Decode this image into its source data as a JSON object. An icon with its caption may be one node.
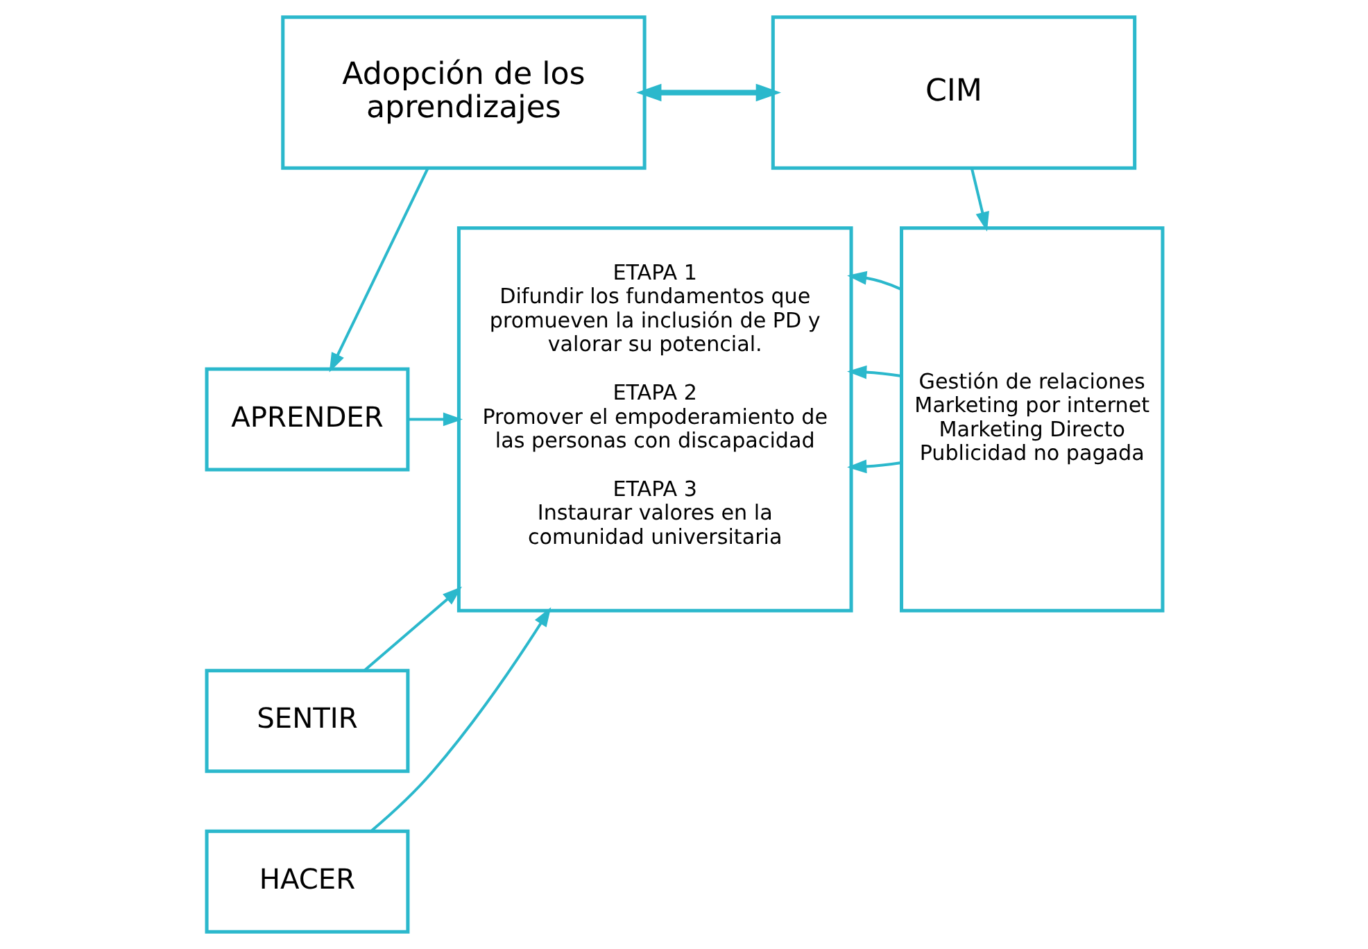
{
  "diagram": {
    "nodes": [
      {
        "text": [
          "Adopción de los aprendizajes"
        ]
      },
      {
        "text": [
          "CIM"
        ]
      },
      {
        "text": [
          "APRENDER"
        ]
      },
      {
        "text": [
          "SENTIR"
        ]
      },
      {
        "text": [
          "HACER"
        ]
      },
      {
        "text": [
          "ETAPA 1",
          "Difundir los fundamentos que promueven la inclusión de PD y valorar su potencial.",
          "ETAPA 2",
          "Promover el empoderamiento de las personas con discapacidad",
          "ETAPA 3",
          "Instaurar valores en la comunidad universitaria"
        ]
      },
      {
        "text": [
          "Gestión de relaciones",
          "Marketing por internet",
          "Marketing Directo",
          "Publicidad no pagada"
        ]
      }
    ],
    "edges": [
      {
        "from": 0,
        "to": 1,
        "arrow": "both",
        "style": "thick"
      },
      {
        "from": 0,
        "to": 2,
        "arrow": "to"
      },
      {
        "from": 1,
        "to": 6,
        "arrow": "to"
      },
      {
        "from": 2,
        "to": 5,
        "arrow": "to"
      },
      {
        "from": 3,
        "to": 5,
        "arrow": "to"
      },
      {
        "from": 4,
        "to": 5,
        "arrow": "to"
      },
      {
        "from": 6,
        "to": 5,
        "arrow": "to"
      },
      {
        "from": 6,
        "to": 5,
        "arrow": "to"
      },
      {
        "from": 6,
        "to": 5,
        "arrow": "to"
      }
    ]
  }
}
